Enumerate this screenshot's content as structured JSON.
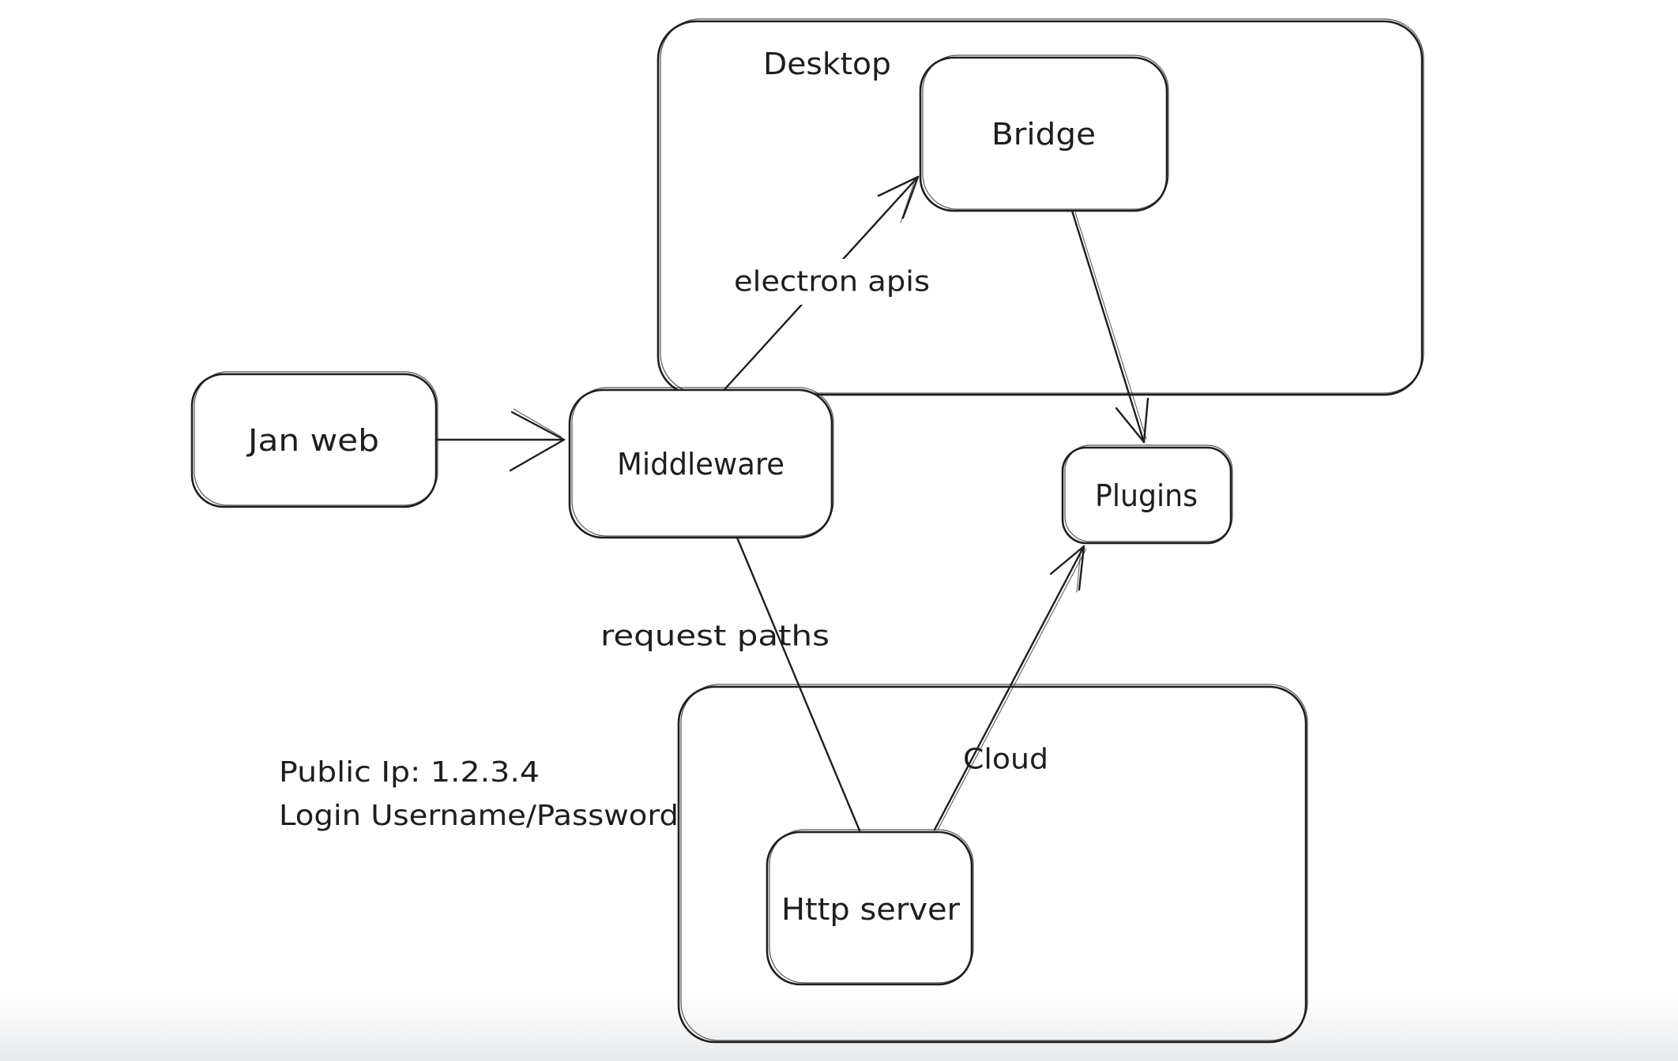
{
  "canvas": {
    "background": "#ffffff",
    "stroke_color": "#1e1e1e",
    "footer_strip_color": "#e9ebed"
  },
  "containers": [
    {
      "id": "desktop",
      "label": "Desktop"
    },
    {
      "id": "cloud",
      "label": "Cloud"
    }
  ],
  "nodes": [
    {
      "id": "jan-web",
      "label": "Jan web"
    },
    {
      "id": "middleware",
      "label": "Middleware"
    },
    {
      "id": "bridge",
      "label": "Bridge"
    },
    {
      "id": "plugins",
      "label": "Plugins"
    },
    {
      "id": "http-server",
      "label": "Http server"
    }
  ],
  "edges": [
    {
      "from": "jan-web",
      "to": "middleware",
      "label": ""
    },
    {
      "from": "middleware",
      "to": "bridge",
      "label": "electron apis"
    },
    {
      "from": "bridge",
      "to": "plugins",
      "label": ""
    },
    {
      "from": "middleware",
      "to": "http-server",
      "label": "request paths"
    },
    {
      "from": "http-server",
      "to": "plugins",
      "label": ""
    }
  ],
  "annotations": {
    "line1": "Public Ip: 1.2.3.4",
    "line2": "Login Username/Password"
  }
}
